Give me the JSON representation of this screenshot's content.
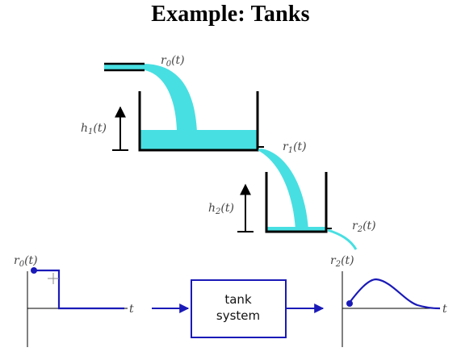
{
  "title": "Example: Tanks",
  "labels": {
    "r0_tank": "r0(t)",
    "h1": "h1(t)",
    "r1": "r1(t)",
    "h2": "h2(t)",
    "r2_tank": "r2(t)",
    "r0_plot": "r0(t)",
    "r2_plot": "r2(t)",
    "t_left": "t",
    "t_right": "t"
  },
  "block": {
    "line1": "tank",
    "line2": "system"
  },
  "colors": {
    "water": "#48dfe2",
    "signal": "#1a1ab8",
    "tank_wall": "#000000",
    "pointer": "#888888"
  },
  "icons": [
    "crosshair-cursor-icon"
  ]
}
